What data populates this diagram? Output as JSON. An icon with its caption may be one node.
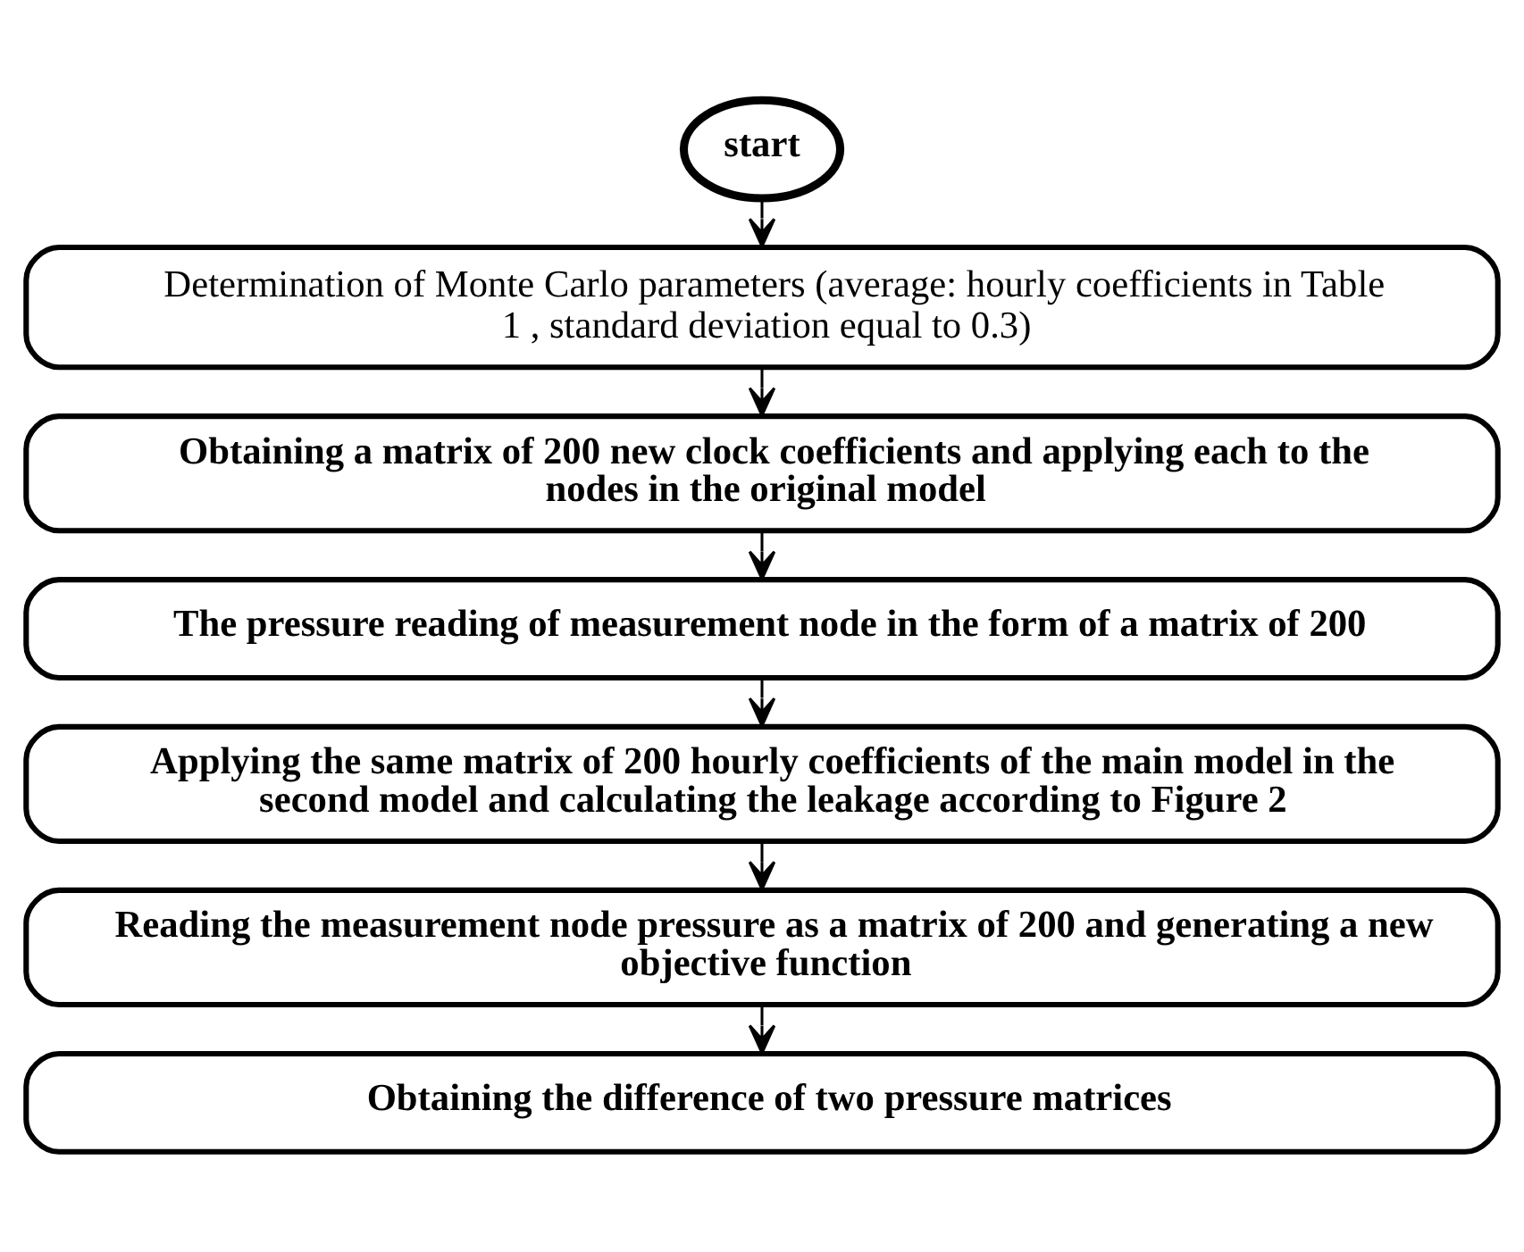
{
  "diagram": {
    "nodes": [
      {
        "text": [
          "start"
        ]
      },
      {
        "text": [
          "Determination of Monte Carlo parameters (average: hourly coefficients in Table 1 , standard deviation equal to 0.3)"
        ]
      },
      {
        "text": [
          "Obtaining a matrix of 200 new clock coefficients and applying each to the nodes in the original model"
        ]
      },
      {
        "text": [
          "The pressure reading of measurement node in the form of a matrix of 200"
        ]
      },
      {
        "text": [
          "Applying the same matrix of 200 hourly coefficients of the main model in the second model and calculating the leakage according to Figure 2"
        ]
      },
      {
        "text": [
          "Reading the measurement node pressure as a matrix of 200 and generating a new objective function"
        ]
      },
      {
        "text": [
          "Obtaining the difference of two pressure matrices"
        ]
      }
    ],
    "edges": [
      {
        "from": 0,
        "to": 1,
        "arrow": "to"
      },
      {
        "from": 1,
        "to": 2,
        "arrow": "to"
      },
      {
        "from": 2,
        "to": 3,
        "arrow": "to"
      },
      {
        "from": 3,
        "to": 4,
        "arrow": "to"
      },
      {
        "from": 4,
        "to": 5,
        "arrow": "to"
      },
      {
        "from": 5,
        "to": 6,
        "arrow": "to"
      }
    ]
  }
}
